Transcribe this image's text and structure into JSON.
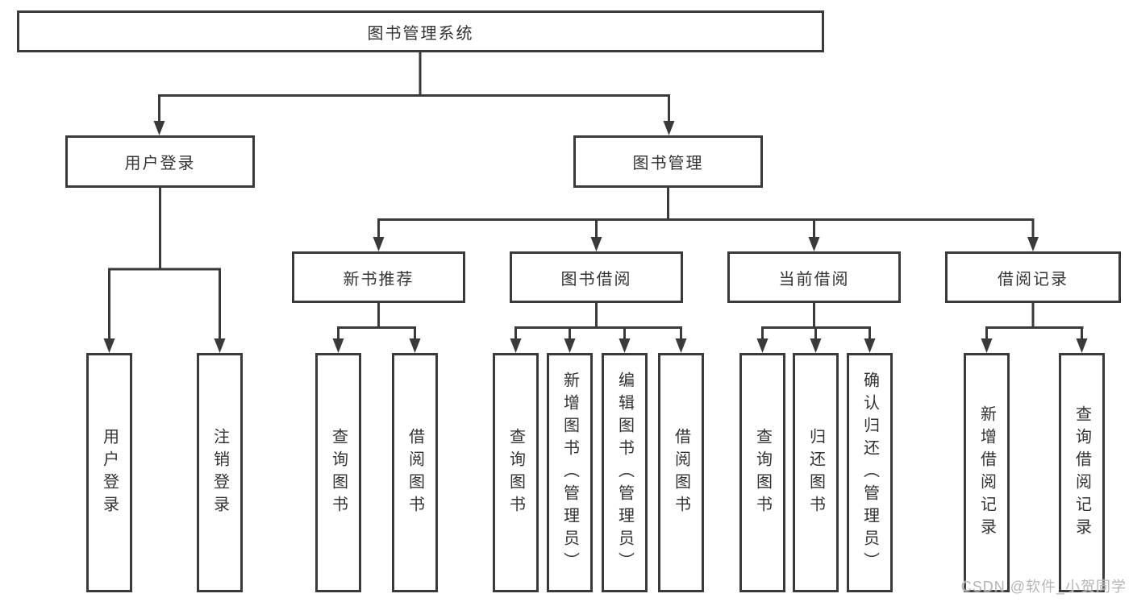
{
  "tree": {
    "root": "图书管理系统",
    "level2": [
      "用户登录",
      "图书管理"
    ],
    "level3": [
      "新书推荐",
      "图书借阅",
      "当前借阅",
      "借阅记录"
    ],
    "leaves": [
      "用户登录",
      "注销登录",
      "查询图书",
      "借阅图书",
      "查询图书",
      "新增图书（管理员）",
      "编辑图书（管理员）",
      "借阅图书",
      "查询图书",
      "归还图书",
      "确认归还（管理员）",
      "新增借阅记录",
      "查询借阅记录"
    ]
  },
  "watermark": "CSDN @软件_小贺同学",
  "colors": {
    "line": "#3a3a3a",
    "text": "#333333",
    "box_background": "#ffffff",
    "page_background": "#ffffff",
    "watermark": "#b5b5b5"
  }
}
